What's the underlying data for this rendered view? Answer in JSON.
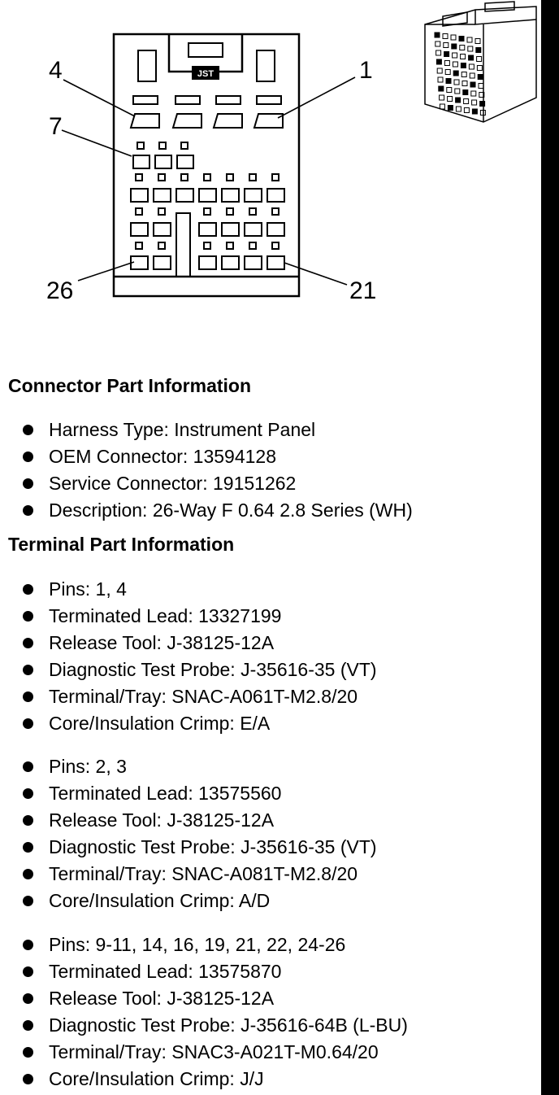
{
  "diagram": {
    "logo_text": "JST",
    "callouts": [
      "4",
      "1",
      "7",
      "26",
      "21"
    ]
  },
  "connector_info": {
    "heading": "Connector Part Information",
    "items": [
      "Harness Type: Instrument Panel",
      "OEM Connector: 13594128",
      "Service Connector: 19151262",
      "Description: 26-Way F 0.64 2.8 Series (WH)"
    ]
  },
  "terminal_info": {
    "heading": "Terminal Part Information",
    "groups": [
      {
        "items": [
          "Pins: 1, 4",
          "Terminated Lead: 13327199",
          "Release Tool: J-38125-12A",
          "Diagnostic Test Probe: J-35616-35 (VT)",
          "Terminal/Tray: SNAC-A061T-M2.8/20",
          "Core/Insulation Crimp: E/A"
        ]
      },
      {
        "items": [
          "Pins: 2, 3",
          "Terminated Lead: 13575560",
          "Release Tool: J-38125-12A",
          "Diagnostic Test Probe: J-35616-35 (VT)",
          "Terminal/Tray: SNAC-A081T-M2.8/20",
          "Core/Insulation Crimp: A/D"
        ]
      },
      {
        "items": [
          "Pins: 9-11, 14, 16, 19, 21, 22, 24-26",
          "Terminated Lead: 13575870",
          "Release Tool: J-38125-12A",
          "Diagnostic Test Probe: J-35616-64B (L-BU)",
          "Terminal/Tray: SNAC3-A021T-M0.64/20",
          "Core/Insulation Crimp: J/J"
        ]
      }
    ]
  }
}
